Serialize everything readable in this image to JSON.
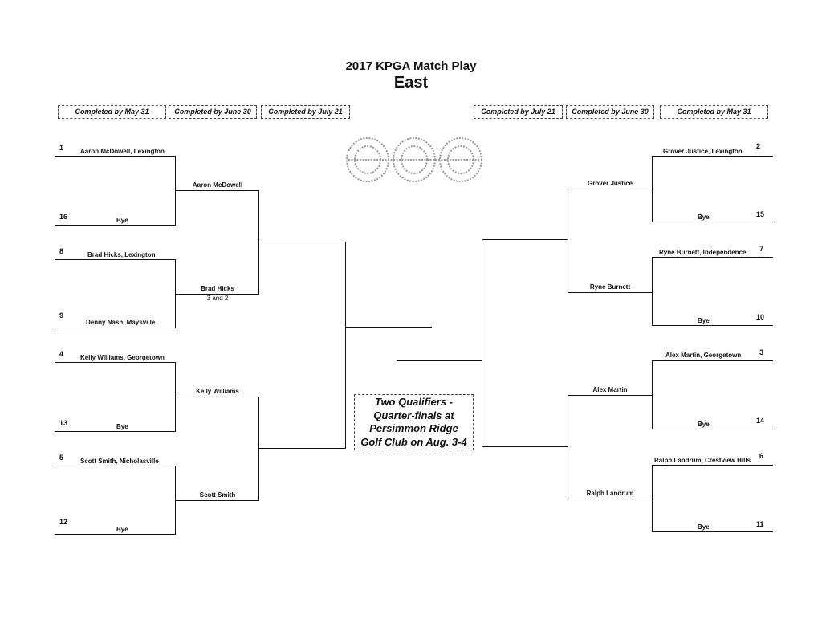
{
  "header": {
    "title": "2017 KPGA Match Play",
    "region": "East"
  },
  "rounds": {
    "left": [
      "Completed by May 31",
      "Completed by June 30",
      "Completed by July 21"
    ],
    "right": [
      "Completed by July 21",
      "Completed by June 30",
      "Completed by May 31"
    ]
  },
  "left_r1": [
    {
      "seed": "1",
      "name": "Aaron McDowell, Lexington"
    },
    {
      "seed": "16",
      "name": "Bye"
    },
    {
      "seed": "8",
      "name": "Brad Hicks, Lexington"
    },
    {
      "seed": "9",
      "name": "Denny Nash, Maysville"
    },
    {
      "seed": "4",
      "name": "Kelly Williams, Georgetown"
    },
    {
      "seed": "13",
      "name": "Bye"
    },
    {
      "seed": "5",
      "name": "Scott Smith, Nicholasville"
    },
    {
      "seed": "12",
      "name": "Bye"
    }
  ],
  "left_r2": [
    {
      "name": "Aaron McDowell",
      "score": ""
    },
    {
      "name": "Brad Hicks",
      "score": "3 and 2"
    },
    {
      "name": "Kelly Williams",
      "score": ""
    },
    {
      "name": "Scott Smith",
      "score": ""
    }
  ],
  "right_r1": [
    {
      "seed": "2",
      "name": "Grover Justice, Lexington"
    },
    {
      "seed": "15",
      "name": "Bye"
    },
    {
      "seed": "7",
      "name": "Ryne Burnett, Independence"
    },
    {
      "seed": "10",
      "name": "Bye"
    },
    {
      "seed": "3",
      "name": "Alex Martin, Georgetown"
    },
    {
      "seed": "14",
      "name": "Bye"
    },
    {
      "seed": "6",
      "name": "Ralph Landrum, Crestview Hills"
    },
    {
      "seed": "11",
      "name": "Bye"
    }
  ],
  "right_r2": [
    {
      "name": "Grover Justice"
    },
    {
      "name": "Ryne Burnett"
    },
    {
      "name": "Alex Martin"
    },
    {
      "name": "Ralph Landrum"
    }
  ],
  "qualifier_note": [
    "Two Qualifiers -",
    "Quarter-finals at",
    "Persimmon Ridge",
    "Golf Club on Aug. 3-4"
  ]
}
